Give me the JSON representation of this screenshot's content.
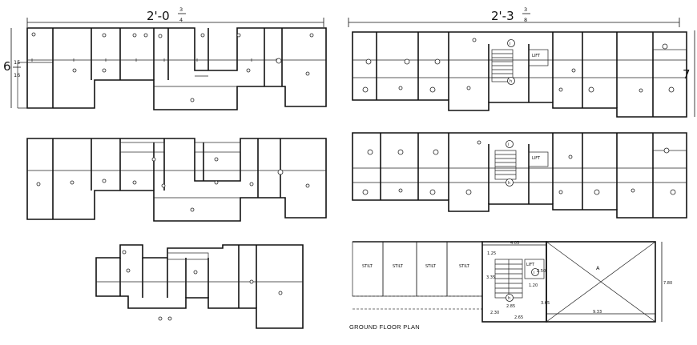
{
  "drawing": {
    "dim_top_left_whole": "2'-0",
    "dim_top_left_num": "3",
    "dim_top_left_den": "4",
    "dim_top_right_whole": "2'-3",
    "dim_top_right_num": "3",
    "dim_top_right_den": "8",
    "dim_left_whole": "6",
    "dim_left_num": "15",
    "dim_left_den": "16",
    "dim_right_num": "7",
    "ground_floor_title": "GROUND FLOOR PLAN",
    "lift_label": "LIFT",
    "stilt_label": "STILT",
    "plot_label": "A",
    "dims": {
      "d405": "4.05",
      "d125": "1.25",
      "d335": "3.35",
      "d250": "2.50",
      "d285": "2.85",
      "d230": "2.30",
      "d120": "1.20",
      "d365": "3.65",
      "d933": "9.33",
      "d780": "7.80",
      "d265": "2.65"
    },
    "marker_i": "i",
    "marker_h": "h"
  }
}
